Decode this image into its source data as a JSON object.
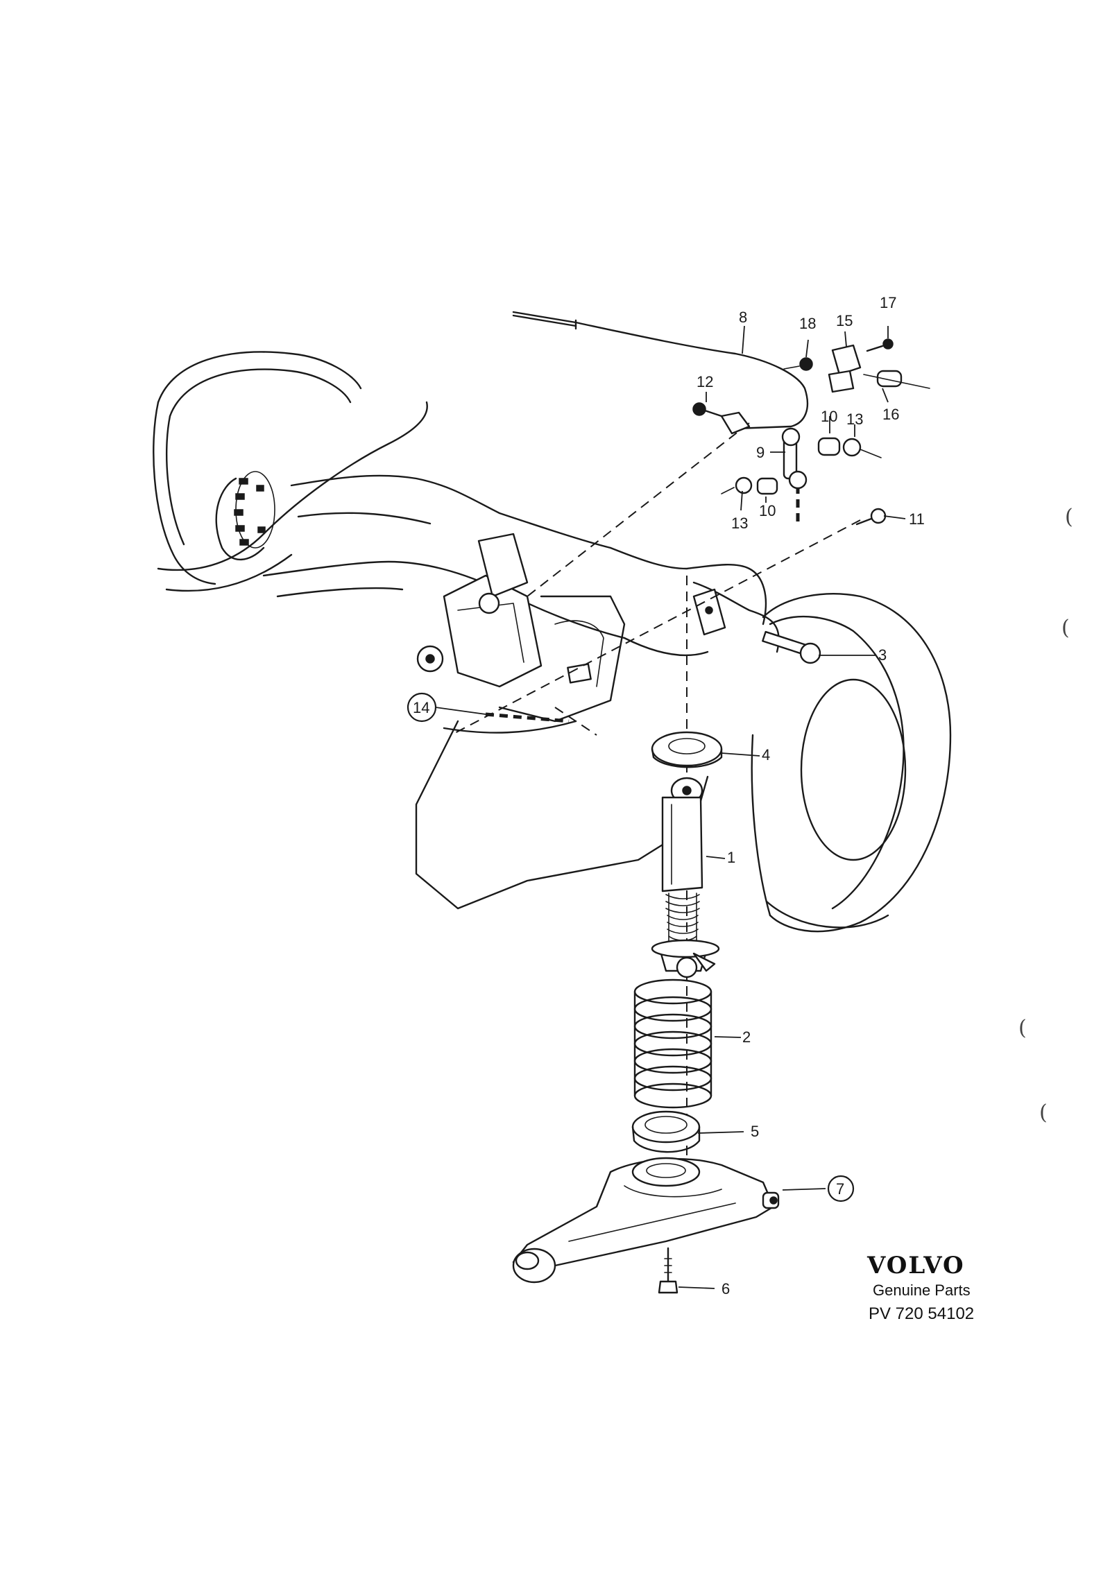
{
  "brand": {
    "name": "VOLVO",
    "tagline": "Genuine Parts",
    "reference": "PV 720 54102"
  },
  "callouts": {
    "p1": "1",
    "p2": "2",
    "p3": "3",
    "p4": "4",
    "p5": "5",
    "p6": "6",
    "p7": "7",
    "p8": "8",
    "p9": "9",
    "p10a": "10",
    "p10b": "10",
    "p11": "11",
    "p12": "12",
    "p13a": "13",
    "p13b": "13",
    "p14": "14",
    "p15": "15",
    "p16": "16",
    "p17": "17",
    "p18": "18"
  },
  "margin_marks": {
    "m1": "(",
    "m2": "(",
    "m3": "(",
    "m4": "("
  }
}
